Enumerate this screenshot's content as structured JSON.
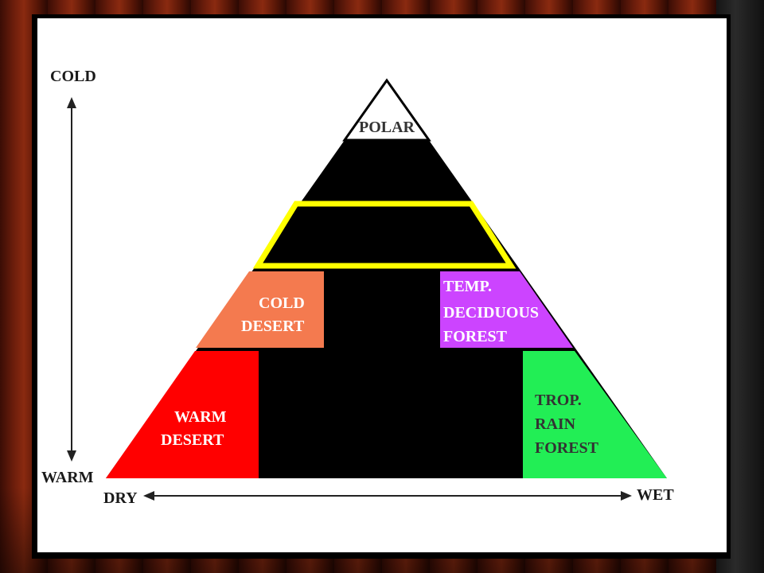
{
  "diagram": {
    "axis_vertical": {
      "top_label": "COLD",
      "bottom_label": "WARM"
    },
    "axis_horizontal": {
      "left_label": "DRY",
      "right_label": "WET"
    },
    "regions": {
      "polar": [
        "POLAR"
      ],
      "cold_desert": [
        "COLD",
        "DESERT"
      ],
      "temp_deciduous": [
        "TEMP.",
        "DECIDUOUS",
        "FOREST"
      ],
      "warm_desert": [
        "WARM",
        "DESERT"
      ],
      "trop_rain": [
        "TROP.",
        "RAIN",
        "FOREST"
      ]
    },
    "colors": {
      "polar": "#ffffff",
      "hidden_region": "#000000",
      "highlight_border": "#ffff00",
      "cold_desert": "#f47a4f",
      "temp_deciduous": "#cc44ff",
      "warm_desert": "#ff0000",
      "trop_rain": "#22ee55"
    }
  }
}
